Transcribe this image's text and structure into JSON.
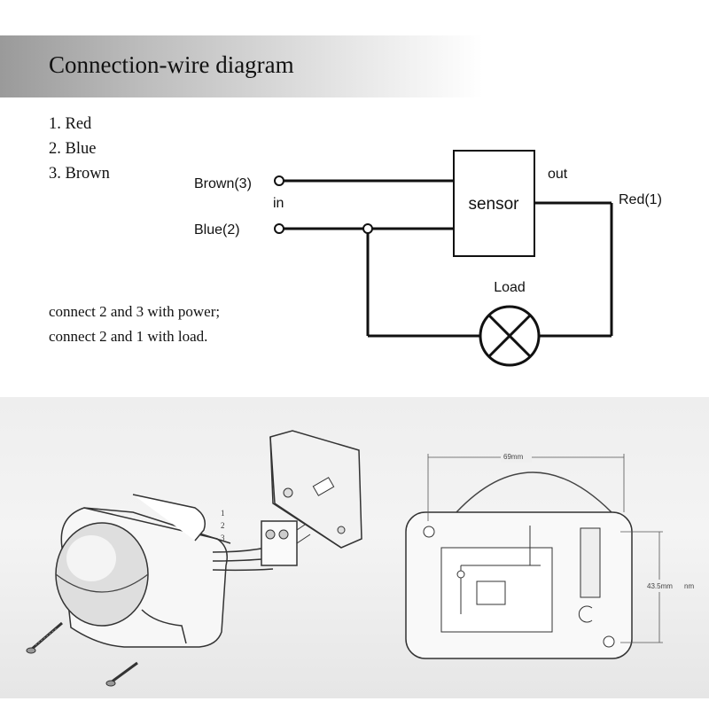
{
  "header": {
    "title": "Connection-wire diagram"
  },
  "legend": {
    "items": [
      "1. Red",
      "2. Blue",
      "3. Brown"
    ]
  },
  "note": {
    "lines": [
      "connect  2 and 3 with power;",
      "connect 2 and 1 with load."
    ]
  },
  "wiring": {
    "terminal_brown": "Brown(3)",
    "terminal_in": "in",
    "terminal_blue": "Blue(2)",
    "sensor_label": "sensor",
    "terminal_out": "out",
    "terminal_red": "Red(1)",
    "load_label": "Load"
  },
  "dimensions": {
    "width": "69mm",
    "height": "43.5mm",
    "height_suffix": "nm"
  },
  "label_wire_numbers": [
    "1",
    "2",
    "3"
  ]
}
